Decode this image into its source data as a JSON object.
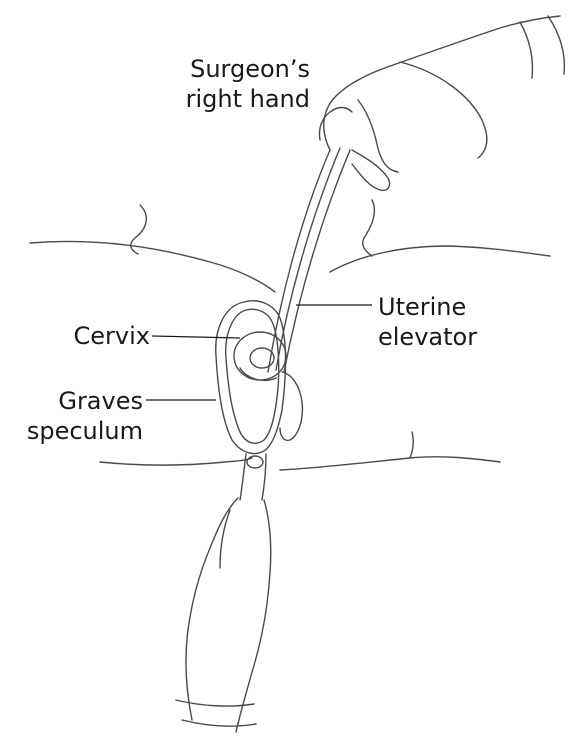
{
  "figure": {
    "labels": {
      "surgeons_right_hand": "Surgeon’s\nright hand",
      "cervix": "Cervix",
      "graves_speculum": "Graves\nspeculum",
      "uterine_elevator": "Uterine\nelevator"
    },
    "colors": {
      "ink": "#4a4a4a",
      "label_text": "#1a1a1a",
      "background": "#ffffff"
    }
  }
}
